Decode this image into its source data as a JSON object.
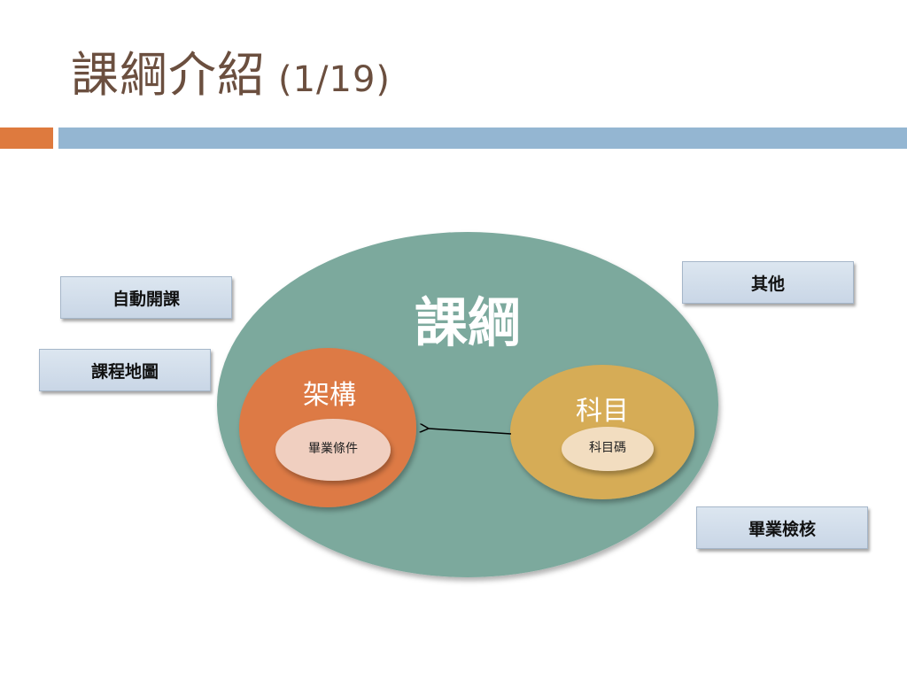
{
  "title": {
    "main": "課綱介紹",
    "page_indicator": "(1/19)"
  },
  "colors": {
    "title_text": "#6b4f3f",
    "accent_orange": "#de7a3e",
    "accent_blue": "#94b6d2",
    "outer_ellipse": "#7ba99d",
    "structure_ellipse": "#dd7a45",
    "subject_ellipse": "#d6ac56",
    "inner_pill": "#f0cfc0",
    "label_box": "#d3dfeb"
  },
  "diagram": {
    "outer_label": "課綱",
    "structure": {
      "label": "架構",
      "inner_label": "畢業條件"
    },
    "subject": {
      "label": "科目",
      "inner_label": "科目碼"
    },
    "arrow_direction": "subject-to-structure"
  },
  "side_boxes": {
    "auto_course": "自動開課",
    "course_map": "課程地圖",
    "others": "其他",
    "graduation_check": "畢業檢核"
  }
}
